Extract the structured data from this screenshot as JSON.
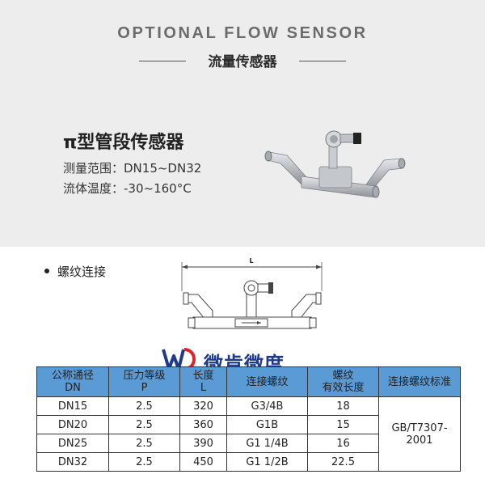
{
  "header": {
    "english_title": "OPTIONAL FLOW SENSOR",
    "chinese_title": "流量传感器"
  },
  "sensor": {
    "name": "π型管段传感器",
    "measure_range": "测量范围：DN15~DN32",
    "temperature": "流体温度：-30~160°C"
  },
  "section": {
    "thread_connection": "螺纹连接",
    "dimension_label": "L"
  },
  "logo": {
    "mark": "WD",
    "brand_text": "微肯微度"
  },
  "table": {
    "headers": [
      {
        "line1": "公称通径",
        "line2": "DN"
      },
      {
        "line1": "压力等级",
        "line2": "P"
      },
      {
        "line1": "长度",
        "line2": "L"
      },
      {
        "line1": "连接螺纹",
        "line2": ""
      },
      {
        "line1": "螺纹",
        "line2": "有效长度"
      },
      {
        "line1": "连接螺纹标准",
        "line2": ""
      }
    ],
    "rows": [
      {
        "dn": "DN15",
        "p": "2.5",
        "l": "320",
        "thread": "G3/4B",
        "eff": "18"
      },
      {
        "dn": "DN20",
        "p": "2.5",
        "l": "360",
        "thread": "G1B",
        "eff": "15"
      },
      {
        "dn": "DN25",
        "p": "2.5",
        "l": "390",
        "thread": "G1 1/4B",
        "eff": "16"
      },
      {
        "dn": "DN32",
        "p": "2.5",
        "l": "450",
        "thread": "G1 1/2B",
        "eff": "22.5"
      }
    ],
    "standard": "GB/T7307-2001"
  },
  "colors": {
    "header_fill": "#5b9bd5",
    "logo_blue": "#1f3a8a",
    "logo_red": "#d9262b"
  }
}
